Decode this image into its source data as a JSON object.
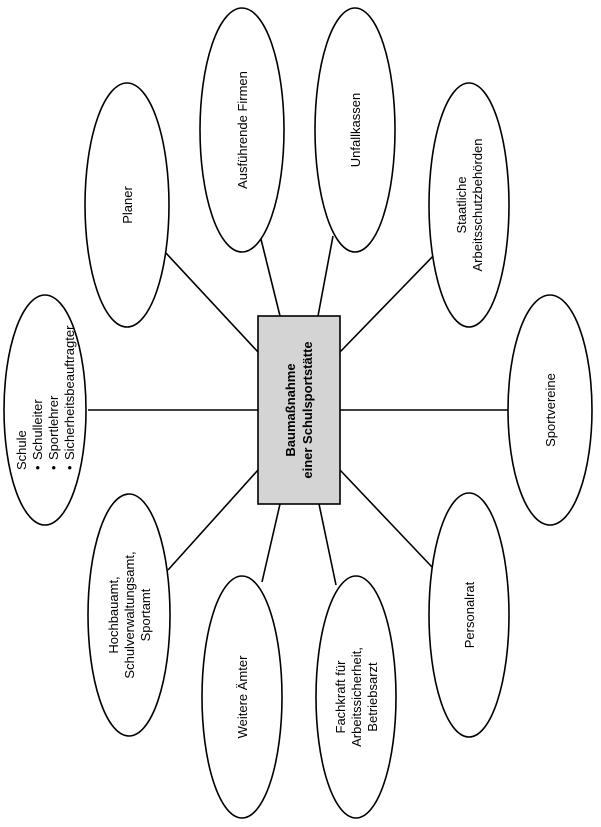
{
  "diagram": {
    "center": {
      "lines": [
        "Baumaßnahme",
        "einer Schulsportstätte"
      ],
      "fill": "#d4d4d4"
    },
    "nodes": {
      "schule": {
        "title": "Schule",
        "bullets": [
          "Schulleiter",
          "Sportlehrer",
          "Sicherheitsbeauftragter"
        ]
      },
      "planer": {
        "lines": [
          "Planer"
        ]
      },
      "ausfuehrende_firmen": {
        "lines": [
          "Ausführende Firmen"
        ]
      },
      "unfallkassen": {
        "lines": [
          "Unfallkassen"
        ]
      },
      "staatliche_arbeitsschutzbehoerden": {
        "lines": [
          "Staatliche",
          "Arbeitsschutzbehörden"
        ]
      },
      "sportvereine": {
        "lines": [
          "Sportvereine"
        ]
      },
      "personalrat": {
        "lines": [
          "Personalrat"
        ]
      },
      "fachkraft": {
        "lines": [
          "Fachkraft für",
          "Arbeitssicherheit,",
          "Betriebsarzt"
        ]
      },
      "weitere_aemter": {
        "lines": [
          "Weitere Ämter"
        ]
      },
      "hochbauamt": {
        "lines": [
          "Hochbauamt,",
          "Schulverwaltungsamt,",
          "Sportamt"
        ]
      }
    },
    "bullet_glyph": "•"
  }
}
